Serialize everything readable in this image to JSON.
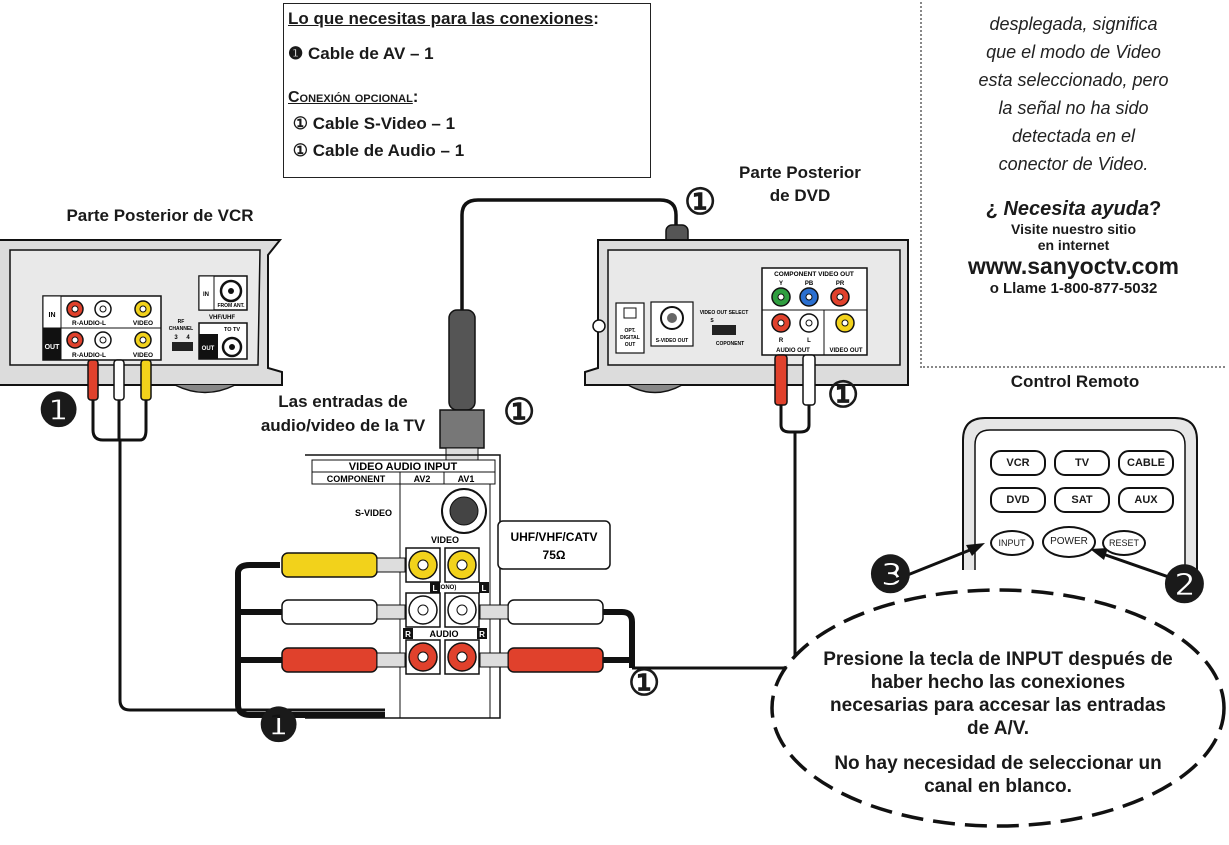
{
  "needs": {
    "title": "Lo que necesitas para las conexiones",
    "colon": ":",
    "item1": "Cable de AV – 1",
    "optional_title": "Conexión opcional",
    "item2": "Cable S-Video – 1",
    "item3": "Cable de Audio – 1",
    "marker_filled": "❶",
    "marker_circled": "①"
  },
  "sidebar": {
    "lines": [
      "desplegada, significa",
      "que el modo de Video",
      "esta seleccionado, pero",
      "la señal no ha sido",
      "detectada en el",
      "conector de Video."
    ],
    "help_q": "¿",
    "help_title": "Necesita ayuda",
    "help_end": "?",
    "visit1": "Visite nuestro sitio",
    "visit2": "en internet",
    "url": "www.sanyoctv.com",
    "call": "o Llame 1-800-877-5032"
  },
  "labels": {
    "vcr": "Parte Posterior de VCR",
    "dvd1": "Parte Posterior",
    "dvd2": "de DVD",
    "remote": "Control Remoto",
    "tv1": "Las entradas de",
    "tv2": "audio/video de la TV"
  },
  "vcr_panel": {
    "in": "IN",
    "out": "OUT",
    "audio_in": "R-AUDIO-L",
    "audio_out": "R-AUDIO-L",
    "video": "VIDEO",
    "rf1": "RF",
    "rf2": "CHANNEL",
    "rf3": "3",
    "rf4": "4",
    "vhf": "VHF/UHF",
    "from_ant": "FROM ANT.",
    "to_tv": "TO TV"
  },
  "dvd_panel": {
    "component": "COMPONENT  VIDEO  OUT",
    "y": "Y",
    "pb": "PB",
    "pr": "PR",
    "r": "R",
    "l": "L",
    "audio_out": "AUDIO OUT",
    "video_out": "VIDEO OUT",
    "svideo_out": "S-VIDEO OUT",
    "vos1": "VIDEO OUT SELECT",
    "vos_s": "S",
    "vos_c": "COPONENT",
    "opt1": "OPT.",
    "opt2": "DIGITAL",
    "opt3": "OUT"
  },
  "tv_panel": {
    "header": "VIDEO AUDIO INPUT",
    "component": "COMPONENT",
    "av2": "AV2",
    "av1": "AV1",
    "svideo": "S-VIDEO",
    "video": "VIDEO",
    "mono": "(MONO)",
    "l": "L",
    "r": "R",
    "audio": "AUDIO",
    "uhf1": "UHF/VHF/CATV",
    "uhf2": "75Ω"
  },
  "remote": {
    "buttons_row1": [
      "VCR",
      "TV",
      "CABLE"
    ],
    "buttons_row2": [
      "DVD",
      "SAT",
      "AUX"
    ],
    "buttons_row3": [
      "INPUT",
      "POWER",
      "RESET"
    ]
  },
  "callouts": {
    "step1": "❶",
    "step2": "❷",
    "step3": "❸",
    "circled1": "①"
  },
  "bubble": {
    "text1": "Presione la tecla de INPUT después de haber hecho las conexiones necesarias para accesar las entradas de A/V.",
    "text2": "No hay necesidad de seleccionar un canal en blanco."
  },
  "colors": {
    "yellow": "#f2d21b",
    "red": "#e0412c",
    "white": "#ffffff",
    "green": "#2f9e3f",
    "blue": "#2a6fd0",
    "device": "#e8e8e8"
  }
}
